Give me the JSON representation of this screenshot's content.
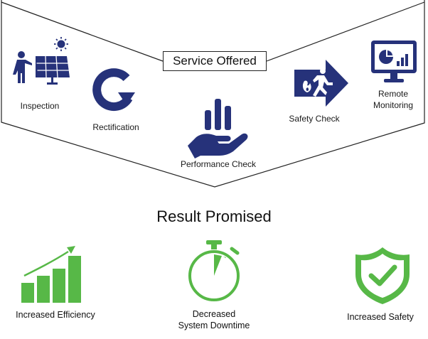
{
  "services": {
    "title": "Service Offered",
    "items": [
      {
        "label": "Inspection",
        "icon": "solar-panel-inspection-icon"
      },
      {
        "label": "Rectification",
        "icon": "refresh-arrow-icon"
      },
      {
        "label": "Performance Check",
        "icon": "hand-bar-chart-icon"
      },
      {
        "label": "Safety Check",
        "icon": "emergency-exit-icon"
      },
      {
        "label_lines": [
          "Remote",
          "Monitoring"
        ],
        "icon": "monitor-dashboard-icon"
      }
    ],
    "icon_color": "#26327a"
  },
  "results": {
    "title": "Result Promised",
    "items": [
      {
        "label": "Increased Efficiency",
        "icon": "growth-bars-icon"
      },
      {
        "label_lines": [
          "Decreased",
          "System Downtime"
        ],
        "icon": "stopwatch-icon"
      },
      {
        "label": "Increased Safety",
        "icon": "shield-check-icon"
      }
    ],
    "accent_color": "#57b847"
  }
}
